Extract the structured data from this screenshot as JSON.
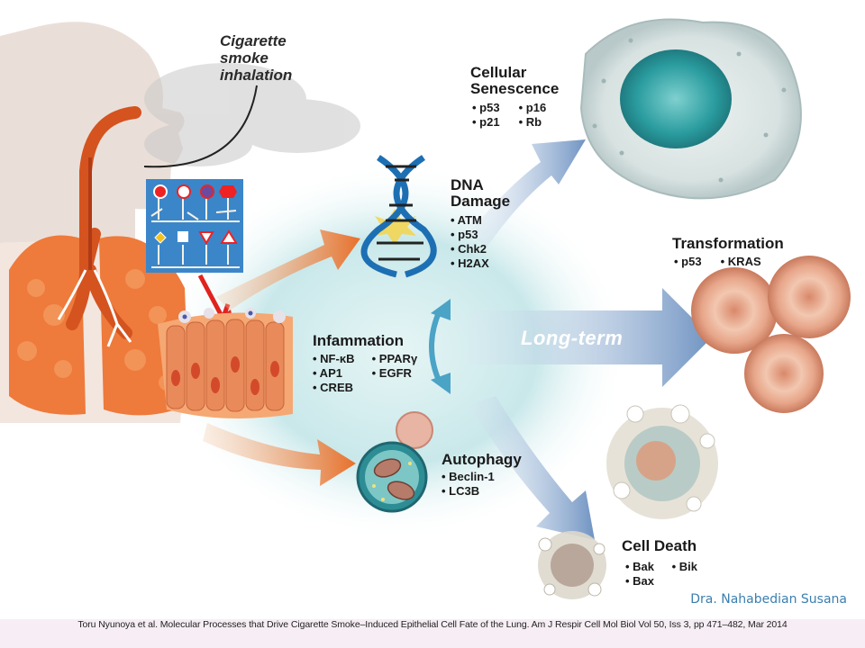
{
  "smoke_label": "Cigarette smoke inhalation",
  "senescence": {
    "title_line1": "Cellular",
    "title_line2": "Senescence",
    "items": [
      "• p53",
      "• p16",
      "• p21",
      "• Rb"
    ]
  },
  "dna_damage": {
    "title_line1": "DNA",
    "title_line2": "Damage",
    "items": [
      "• ATM",
      "• p53",
      "• Chk2",
      "• H2AX"
    ]
  },
  "transformation": {
    "title": "Transformation",
    "items": [
      "• p53",
      "• KRAS"
    ]
  },
  "inflammation": {
    "title": "Infammation",
    "items": [
      "• NF-κB",
      "• PPARγ",
      "• AP1",
      "• EGFR",
      "• CREB"
    ]
  },
  "long_term": "Long-term",
  "autophagy": {
    "title": "Autophagy",
    "items": [
      "• Beclin-1",
      "• LC3B"
    ]
  },
  "cell_death": {
    "title": "Cell Death",
    "items": [
      "• Bak",
      "• Bik",
      "• Bax"
    ]
  },
  "author": "Dra. Nahabedian Susana",
  "citation": "Toru Nyunoya et al. Molecular Processes that Drive Cigarette Smoke–Induced Epithelial Cell Fate of the Lung. Am J Respir Cell Mol Biol Vol 50, Iss 3, pp 471–482, Mar 2014",
  "colors": {
    "orange_arrow": "#e8782f",
    "blue_arrow": "#7a9ec9",
    "teal_glow": "#bfe3e4",
    "sign_panel": "#3b86c9",
    "red_arrow": "#e0231d"
  }
}
